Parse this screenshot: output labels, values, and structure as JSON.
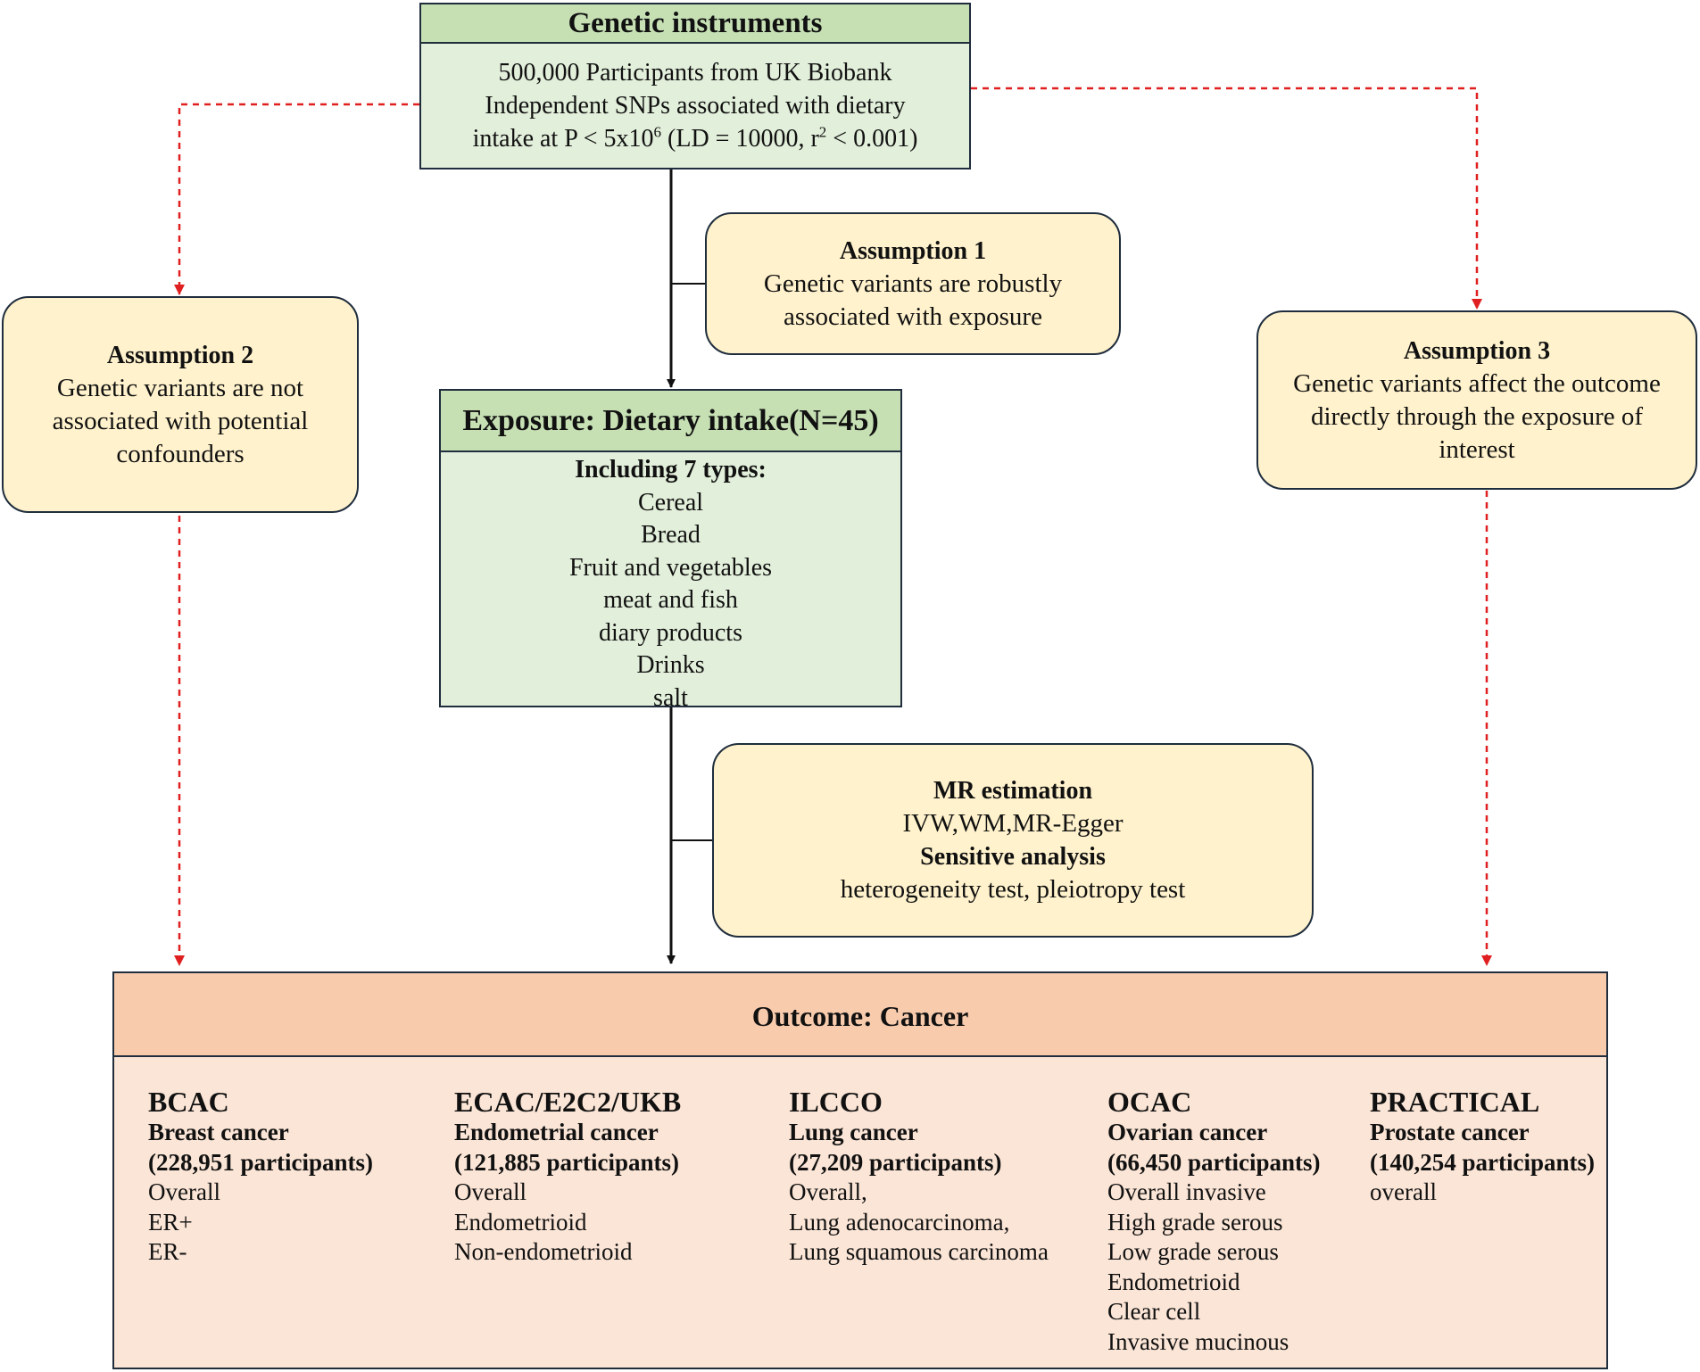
{
  "instruments": {
    "title": "Genetic instruments",
    "line1": "500,000 Participants from UK Biobank",
    "line2": "Independent SNPs associated with dietary",
    "line3_prefix": "intake at P < 5x10",
    "line3_sup": "6",
    "line3_mid": " (LD = 10000, r",
    "line3_sup2": "2",
    "line3_suffix": " < 0.001)"
  },
  "assumption1": {
    "title": "Assumption 1",
    "lines": [
      "Genetic variants are robustly",
      "associated with exposure"
    ]
  },
  "assumption2": {
    "title": "Assumption 2",
    "lines": [
      "Genetic variants are not",
      "associated with potential",
      "confounders"
    ]
  },
  "assumption3": {
    "title": "Assumption 3",
    "lines": [
      "Genetic variants affect the outcome",
      "directly through the exposure of",
      "interest"
    ]
  },
  "exposure": {
    "title": "Exposure: Dietary intake(N=45)",
    "subtitle": "Including 7 types:",
    "items": [
      "Cereal",
      "Bread",
      "Fruit and vegetables",
      "meat and fish",
      "diary products",
      "Drinks",
      "salt"
    ]
  },
  "mr": {
    "title": "MR estimation",
    "methods": "IVW,WM,MR-Egger",
    "sens_title": "Sensitive analysis",
    "sens_methods": "heterogeneity test, pleiotropy test"
  },
  "outcome": {
    "title": "Outcome: Cancer",
    "consortia": [
      {
        "name": "BCAC",
        "cancer": "Breast cancer",
        "participants": "(228,951 participants)",
        "subtypes": [
          "Overall",
          "ER+",
          "ER-"
        ]
      },
      {
        "name": "ECAC/E2C2/UKB",
        "cancer": "Endometrial cancer",
        "participants": "(121,885 participants)",
        "subtypes": [
          "Overall",
          "Endometrioid",
          "Non-endometrioid"
        ]
      },
      {
        "name": "ILCCO",
        "cancer": "Lung cancer",
        "participants": "(27,209 participants)",
        "subtypes": [
          "Overall,",
          "Lung adenocarcinoma,",
          "Lung squamous carcinoma"
        ]
      },
      {
        "name": "OCAC",
        "cancer": "Ovarian cancer",
        "participants": "(66,450 participants)",
        "subtypes": [
          "Overall invasive",
          "High grade serous",
          "Low grade serous",
          "Endometrioid",
          "Clear cell",
          "Invasive mucinous"
        ]
      },
      {
        "name": "PRACTICAL",
        "cancer": "Prostate cancer",
        "participants": "(140,254 participants)",
        "subtypes": [
          "overall"
        ]
      }
    ]
  },
  "colors": {
    "green_header": "#c6e0b4",
    "green_body": "#e2efda",
    "assumption_fill": "#fff2cc",
    "outcome_header": "#f8cbad",
    "outcome_body": "#fbe5d6",
    "dashed_arrow": "#e02020",
    "border": "#1f2d3d"
  }
}
